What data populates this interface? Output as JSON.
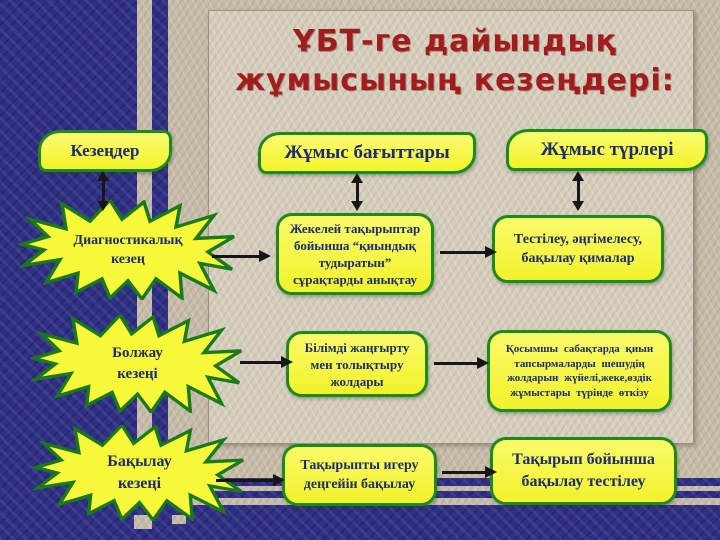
{
  "slide": {
    "title": {
      "line1": "ҰБТ-ге дайындық",
      "line2": "жұмысының кезеңдері:"
    },
    "headers": {
      "stages": "Кезеңдер",
      "directions": "Жұмыс бағыттары",
      "types": "Жұмыс түрлері"
    },
    "rows": [
      {
        "stage": "Диагностикалық кезең",
        "direction": "Жекелей тақырыптар бойынша “қиындық тудыратын” сұрақтарды анықтау",
        "type": "Тестілеу, әңгімелесу, бақылау қималар"
      },
      {
        "stage": "Болжау кезеңі",
        "direction": "Білімді жаңғырту мен толықтыру жолдары",
        "type": "Қосымшы сабақтарда қиын тапсырмаларды шешудің жолдарын жүйелі,жеке,өздік жұмыстары түрінде өткізу"
      },
      {
        "stage": "Бақылау кезеңі",
        "direction": "Тақырыпты игеру деңгейін бақылау",
        "type": "Тақырып бойынша бақылау тестілеу"
      }
    ],
    "icons": {
      "right_arrow": "arrow-right-icon",
      "double_vertical_arrow": "double-arrow-vertical-icon",
      "starburst": "starburst-shape"
    },
    "colors": {
      "background_navy": "#2f2f86",
      "background_beige": "#c6bca9",
      "panel_beige": "#d6cebd",
      "shape_yellow": "#f5f53a",
      "shape_border_green": "#1e8a1e",
      "title_red": "#a11d1d",
      "text_navy": "#1c2d70",
      "arrow_black": "#161616"
    }
  }
}
